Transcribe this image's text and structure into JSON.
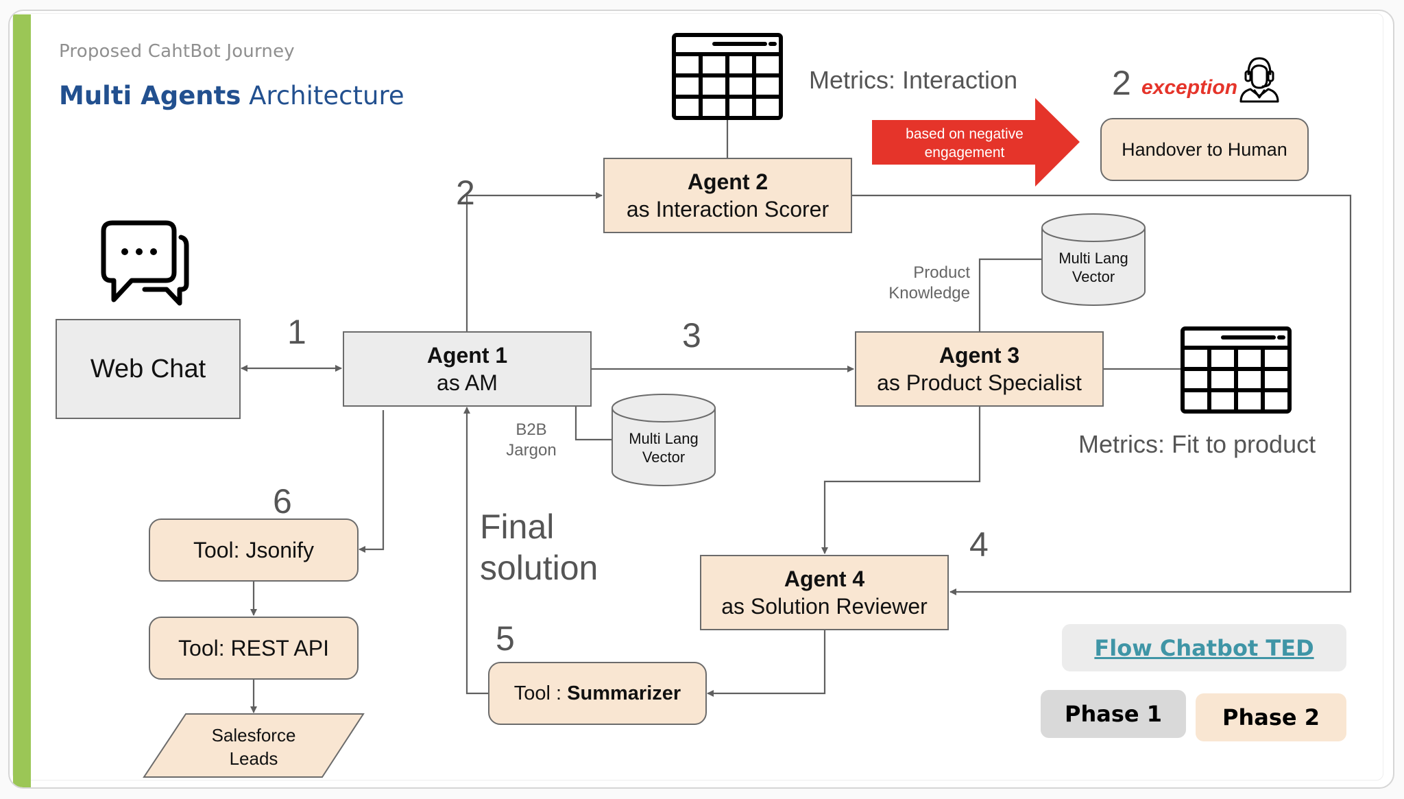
{
  "header": {
    "subtitle": "Proposed CahtBot Journey",
    "title_bold": "Multi Agents",
    "title_rest": " Architecture"
  },
  "nodes": {
    "web_chat": "Web Chat",
    "agent1": {
      "title": "Agent 1",
      "sub": "as AM"
    },
    "agent2": {
      "title": "Agent 2",
      "sub": "as Interaction Scorer"
    },
    "agent3": {
      "title": "Agent 3",
      "sub": "as Product Specialist"
    },
    "agent4": {
      "title": "Agent 4",
      "sub": "as Solution Reviewer"
    },
    "handover": "Handover to Human",
    "tool_jsonify": "Tool: Jsonify",
    "tool_rest": "Tool: REST API",
    "salesforce": {
      "line1": "Salesforce",
      "line2": "Leads"
    },
    "tool_summarizer": {
      "prefix": "Tool : ",
      "name": "Summarizer"
    },
    "vector_b2b": {
      "line1": "Multi Lang",
      "line2": "Vector"
    },
    "vector_product": {
      "line1": "Multi Lang",
      "line2": "Vector"
    }
  },
  "labels": {
    "step1": "1",
    "step2": "2",
    "step3": "3",
    "step4": "4",
    "step5": "5",
    "step6": "6",
    "exception_num": "2",
    "exception": "exception",
    "negative_engagement_line1": "based on negative",
    "negative_engagement_line2": "engagement",
    "metrics_interaction": "Metrics: Interaction",
    "metrics_fit": "Metrics: Fit to product",
    "b2b_line1": "B2B",
    "b2b_line2": "Jargon",
    "product_line1": "Product",
    "product_line2": "Knowledge",
    "final_line1": "Final",
    "final_line2": "solution"
  },
  "legend": {
    "flow_link": "Flow Chatbot TED",
    "phase1": "Phase 1",
    "phase2": "Phase 2"
  },
  "colors": {
    "accent_green": "#9bc656",
    "title_blue": "#22508f",
    "phase1_fill": "#ececec",
    "phase2_fill": "#f9e6d2",
    "alert_red": "#e5342a",
    "link_teal": "#3f95a6"
  }
}
